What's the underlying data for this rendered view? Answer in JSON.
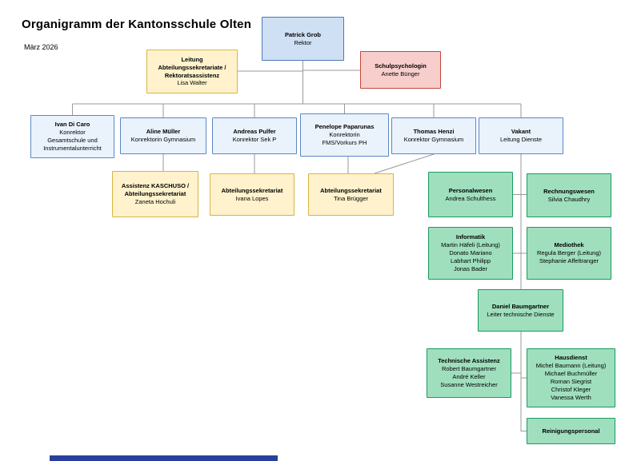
{
  "header": {
    "title": "Organigramm der Kantonsschule Olten",
    "date": "März 2026"
  },
  "boxes": {
    "rektor": {
      "title": "Patrick Grob",
      "subtitle": "Rektor"
    },
    "leitung": {
      "title": "Leitung Abteilungssekretariate / Rektoratsassistenz",
      "subtitle": "Lisa Walter"
    },
    "schulpsychologin": {
      "title": "Schulpsychologin",
      "subtitle": "Anette Bünger"
    },
    "ivan_di_caro": {
      "title": "Ivan Di Caro",
      "role": "Konrektor",
      "scope": "Gesamtschule und Instrumentalunterricht"
    },
    "aline_mueller": {
      "title": "Aline Müller",
      "subtitle": "Konrektorin Gymnasium"
    },
    "andreas_pulfer": {
      "title": "Andreas Pulfer",
      "subtitle": "Konrektor Sek P"
    },
    "penelope_paparunas": {
      "title": "Penelope Paparunas",
      "role": "Konrektorin",
      "scope": "FMS/Vorkurs PH"
    },
    "thomas_henzi": {
      "title": "Thomas Henzi",
      "subtitle": "Konrektor Gymnasium"
    },
    "vakant": {
      "title": "Vakant",
      "subtitle": "Leitung Dienste"
    },
    "assistenz_kaschuso": {
      "title": "Assistenz KASCHUSO / Abteilungssekretariat",
      "subtitle": "Zaneta Hochuli"
    },
    "sekretariat_lopes": {
      "title": "Abteilungssekretariat",
      "subtitle": "Ivana Lopes"
    },
    "sekretariat_bruegger": {
      "title": "Abteilungssekretariat",
      "subtitle": "Tina Brügger"
    },
    "personalwesen": {
      "title": "Personalwesen",
      "subtitle": "Andrea Schulthess"
    },
    "rechnungswesen": {
      "title": "Rechnungswesen",
      "subtitle": "Silvia Chaudhry"
    },
    "informatik": {
      "title": "Informatik",
      "members": [
        "Martin Häfeli (Leitung)",
        "Donato Mariano",
        "Labhart Philipp",
        "Jonas Bader"
      ]
    },
    "mediothek": {
      "title": "Mediothek",
      "members": [
        "Regula Berger (Leitung)",
        "Stephanie Affeltranger"
      ]
    },
    "daniel_baumgartner": {
      "title": "Daniel Baumgartner",
      "subtitle": "Leiter technische Dienste"
    },
    "technische_assistenz": {
      "title": "Technische Assistenz",
      "members": [
        "Robert Baumgartner",
        "André Keller",
        "Susanne Westreicher"
      ]
    },
    "hausdienst": {
      "title": "Hausdienst",
      "members": [
        "Michel Baumann (Leitung)",
        "Michael Buchmüller",
        "Roman Siegrist",
        "Christof Kleger",
        "Vanessa Werth"
      ]
    },
    "reinigungspersonal": {
      "title": "Reinigungspersonal"
    }
  },
  "palette": {
    "box_blue_fill": "#cfe0f4",
    "box_blue_light_fill": "#eaf2fc",
    "box_blue_border": "#5b87c5",
    "box_yellow_fill": "#fff2cc",
    "box_yellow_border": "#d8b441",
    "box_red_fill": "#f8cecc",
    "box_red_border": "#c4473a",
    "box_green_fill": "#9fdfbe",
    "box_green_border": "#1b9a5e",
    "connector_color": "#999999",
    "bottom_bar_color": "#2a3f9d"
  }
}
